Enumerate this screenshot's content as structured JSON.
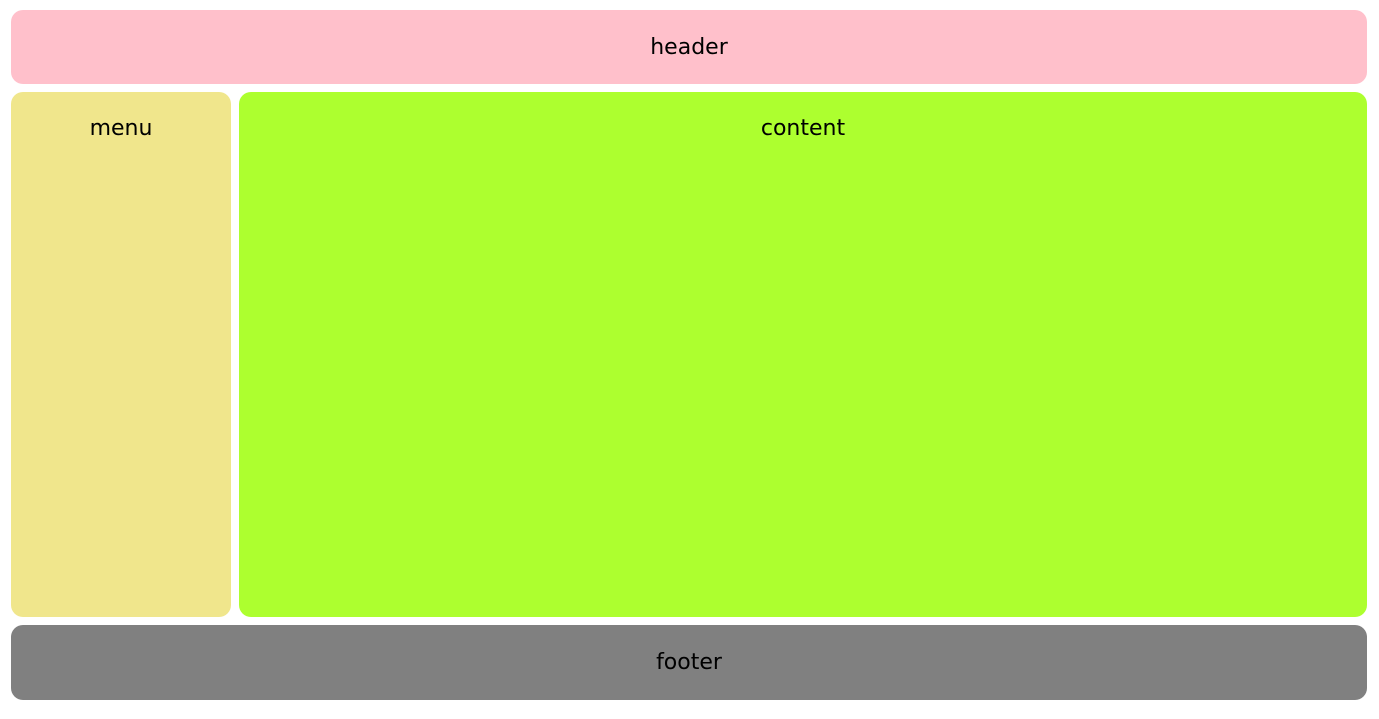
{
  "layout": {
    "header": {
      "label": "header",
      "color": "#ffc0cb"
    },
    "menu": {
      "label": "menu",
      "color": "#f0e68c"
    },
    "content": {
      "label": "content",
      "color": "#adff2f"
    },
    "footer": {
      "label": "footer",
      "color": "#808080"
    }
  }
}
